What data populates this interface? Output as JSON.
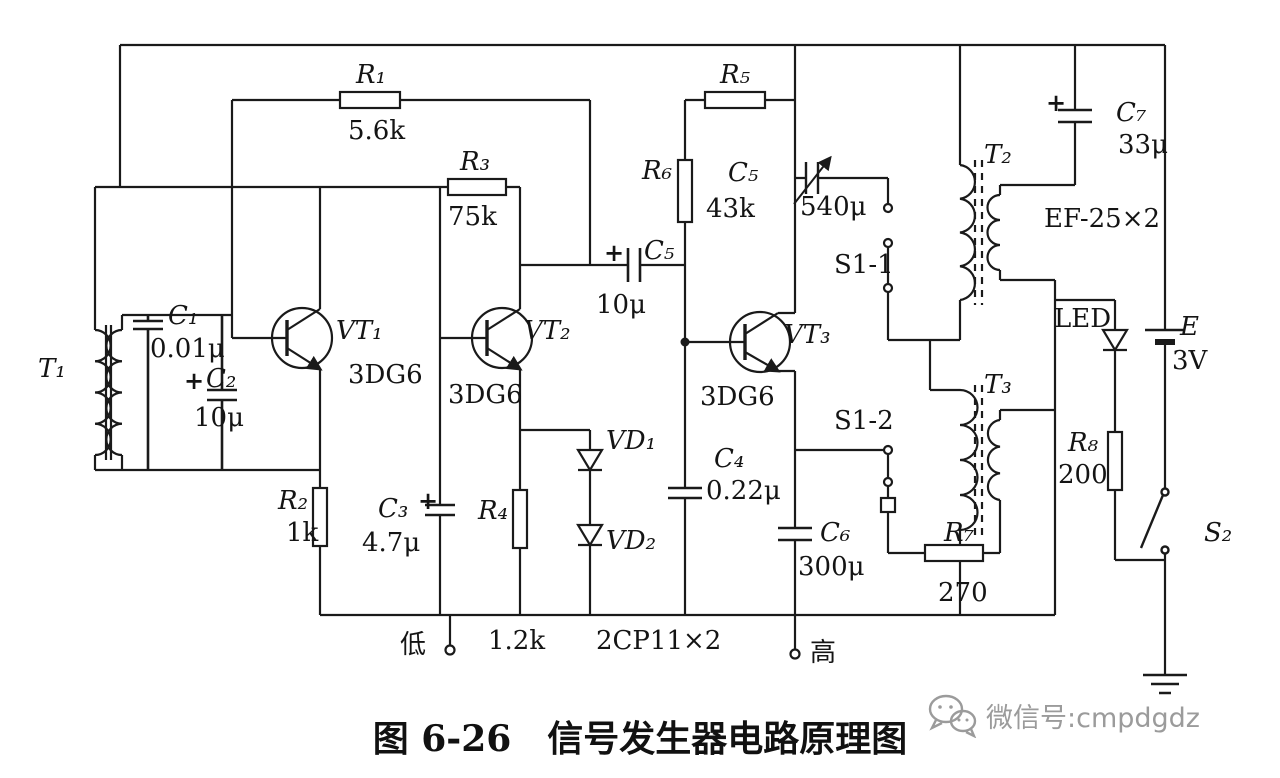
{
  "title_caption": "图 6-26　信号发生器电路原理图",
  "watermark": "微信号:cmpdgdz",
  "colors": {
    "wire": "#1a1a1a",
    "background": "#ffffff",
    "watermark_gray": "#9b9b9b"
  },
  "labels": {
    "r1": "R₁",
    "r1_val": "5.6k",
    "r3": "R₃",
    "r3_val": "75k",
    "r5": "R₅",
    "r6": "R₆",
    "r6_val": "43k",
    "c5_var": "C₅",
    "c5_var_val": "540μ",
    "s1_1": "S1-1",
    "t2": "T₂",
    "c7_plus": "+",
    "c7": "C₇",
    "c7_val": "33μ",
    "ef_core": "EF-25×2",
    "c5_cpl_plus": "+",
    "c5_cpl": "C₅",
    "c5_cpl_val": "10μ",
    "vt1": "VT₁",
    "vt1_type": "3DG6",
    "vt2": "VT₂",
    "vt2_type": "3DG6",
    "vt3": "VT₃",
    "vt3_type": "3DG6",
    "c1": "C₁",
    "c1_val": "0.01μ",
    "t1": "T₁",
    "c2_plus": "+",
    "c2": "C₂",
    "c2_val": "10μ",
    "led": "LED",
    "e": "E",
    "e_val": "3V",
    "s1_2": "S1-2",
    "vd1": "VD₁",
    "vd2": "VD₂",
    "vd_type": "2CP11×2",
    "c4": "C₄",
    "c4_val": "0.22μ",
    "t3": "T₃",
    "r8": "R₈",
    "r8_val": "200",
    "r2": "R₂",
    "r2_val": "1k",
    "c3": "C₃",
    "c3_val": "4.7μ",
    "c3_plus": "+",
    "r4": "R₄",
    "r4_val": "1.2k",
    "c6": "C₆",
    "c6_val": "300μ",
    "r7": "R₇",
    "r7_val": "270",
    "s2": "S₂",
    "out_low": "低",
    "out_high": "高"
  }
}
